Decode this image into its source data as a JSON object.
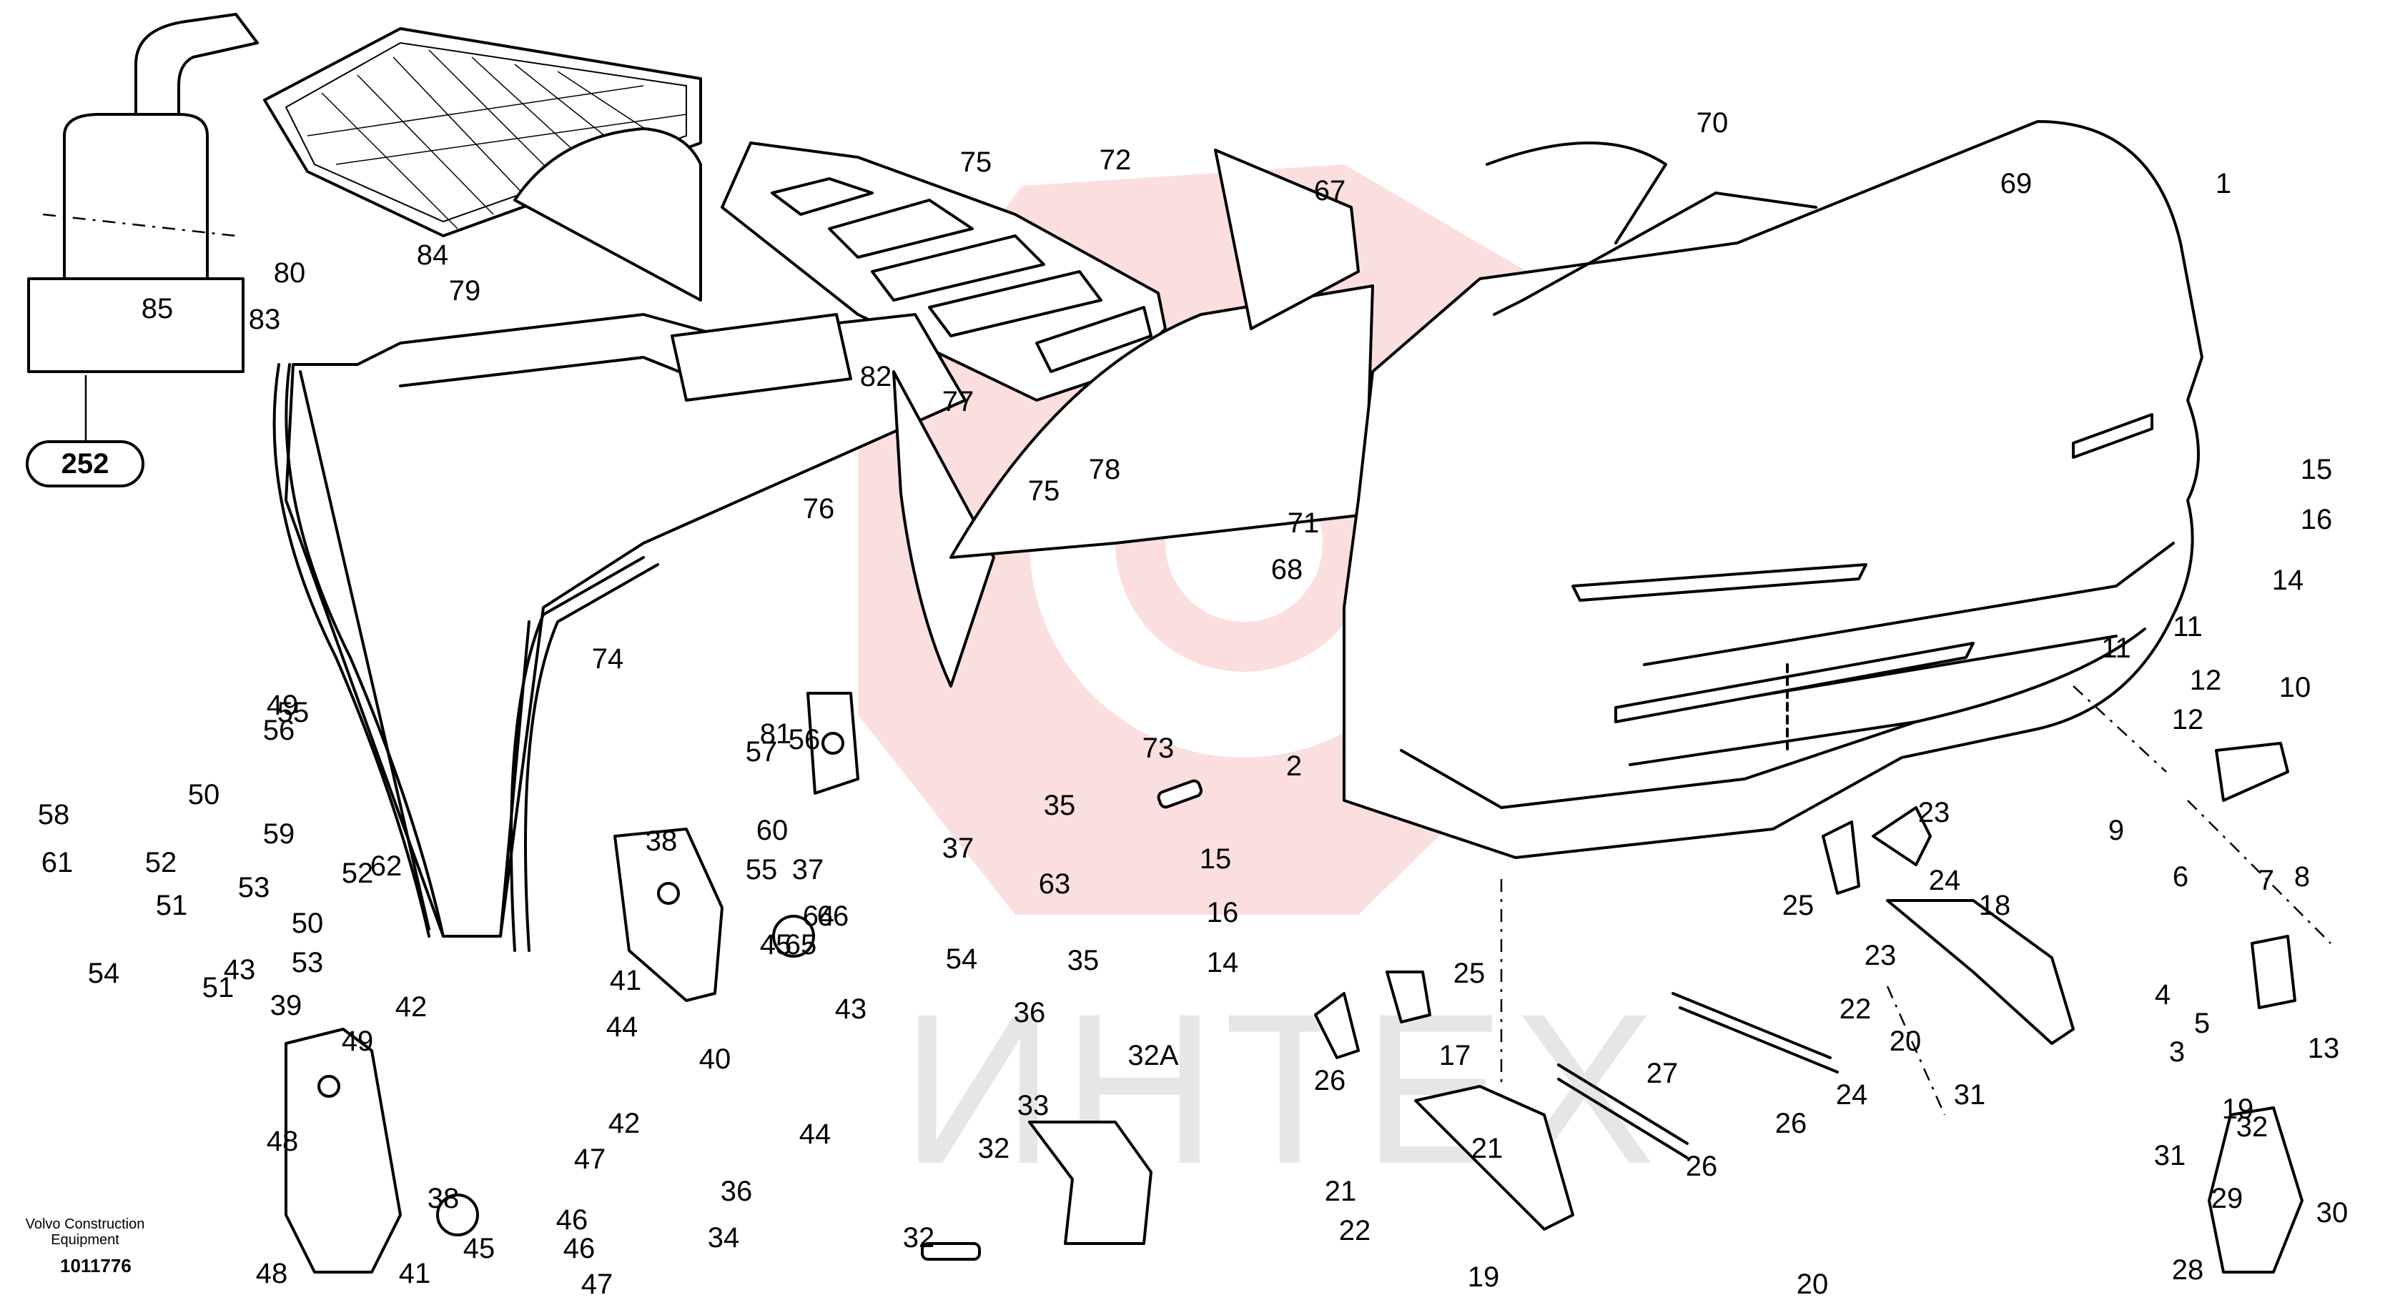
{
  "watermark": {
    "text": "ИНТЕХ",
    "color": "#f2a0a0"
  },
  "footer": {
    "brand": "Volvo Construction Equipment",
    "code": "1011776"
  },
  "ref_box": "252",
  "callouts": [
    "1",
    "2",
    "3",
    "4",
    "5",
    "6",
    "7",
    "8",
    "9",
    "10",
    "11",
    "11",
    "12",
    "12",
    "13",
    "14",
    "14",
    "15",
    "15",
    "16",
    "16",
    "17",
    "18",
    "19",
    "19",
    "20",
    "20",
    "21",
    "21",
    "22",
    "22",
    "23",
    "23",
    "24",
    "24",
    "25",
    "25",
    "26",
    "26",
    "26",
    "27",
    "28",
    "29",
    "30",
    "31",
    "31",
    "32",
    "32",
    "32",
    "32A",
    "33",
    "34",
    "35",
    "35",
    "36",
    "36",
    "37",
    "37",
    "38",
    "38",
    "39",
    "40",
    "41",
    "41",
    "42",
    "42",
    "43",
    "43",
    "44",
    "44",
    "45",
    "45",
    "46",
    "46",
    "47",
    "47",
    "48",
    "48",
    "49",
    "49",
    "50",
    "50",
    "51",
    "51",
    "52",
    "52",
    "53",
    "53",
    "54",
    "54",
    "55",
    "55",
    "56",
    "56",
    "57",
    "58",
    "59",
    "60",
    "61",
    "62",
    "63",
    "64",
    "65",
    "66",
    "67",
    "68",
    "69",
    "70",
    "71",
    "72",
    "73",
    "74",
    "75",
    "75",
    "76",
    "77",
    "78",
    "79",
    "80",
    "81",
    "82",
    "83",
    "84",
    "85"
  ]
}
